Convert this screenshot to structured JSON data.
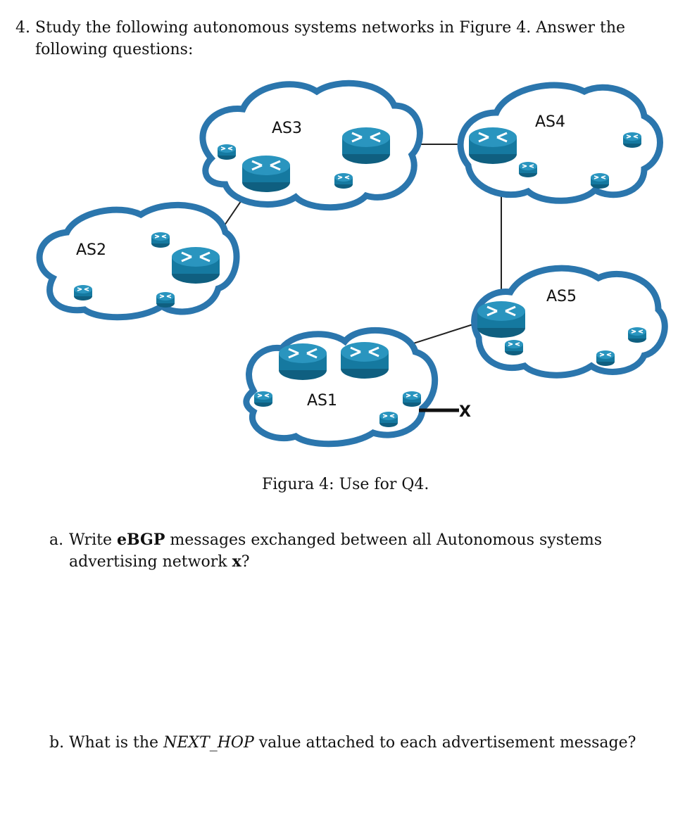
{
  "question": {
    "number": "4.",
    "text": "Study the following autonomous systems networks in Figure 4. Answer the following questions:"
  },
  "figure": {
    "caption": "Figura 4: Use for Q4.",
    "as_labels": [
      "AS3",
      "AS4",
      "AS2",
      "AS5",
      "AS1"
    ],
    "network_label": "X",
    "colors": {
      "cloud": "#2b76ad",
      "router": "#1b7fa6",
      "link": "#222222"
    }
  },
  "sub_a": {
    "letter": "a.",
    "pre": "Write ",
    "bold": "eBGP",
    "mid": " messages exchanged between all Autonomous systems advertising network ",
    "bold2": "x",
    "post": "?"
  },
  "sub_b": {
    "letter": "b.",
    "pre": "What is the ",
    "italic": "NEXT_HOP",
    "post": " value attached to each advertisement message?"
  }
}
